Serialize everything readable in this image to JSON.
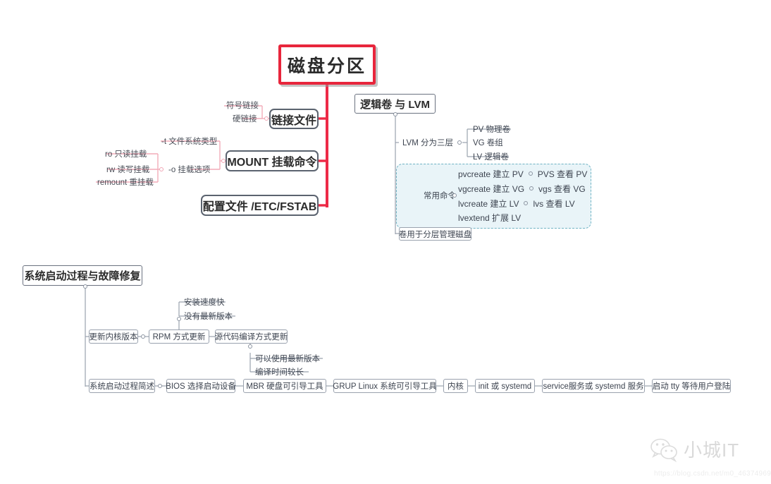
{
  "diagram": {
    "title": "磁盘分区",
    "type": "mindmap"
  },
  "root": {
    "label": "磁盘分区",
    "border_color": "#e8263c"
  },
  "branches": [
    {
      "label": "链接文件",
      "children": [
        {
          "label": "符号链接"
        },
        {
          "label": "硬链接"
        }
      ]
    },
    {
      "label": "MOUNT 挂载命令",
      "children": [
        {
          "label": "-t  文件系统类型"
        },
        {
          "label": "-o  挂载选项",
          "children": [
            {
              "label": "ro  只读挂载"
            },
            {
              "label": "rw  读写挂载"
            },
            {
              "label": "remount 重挂载"
            }
          ]
        }
      ]
    },
    {
      "label": "配置文件  /ETC/FSTAB",
      "children": []
    }
  ],
  "lvm": {
    "title": "逻辑卷 与 LVM",
    "layers_label": "LVM  分为三层",
    "layers": [
      {
        "label": "PV  物理卷"
      },
      {
        "label": "VG  卷组"
      },
      {
        "label": "LV  逻辑卷"
      }
    ],
    "commands_label": "常用命令",
    "commands": [
      {
        "create": "pvcreate  建立 PV",
        "view": "PVS 查看  PV"
      },
      {
        "create": "vgcreate  建立 VG",
        "view": "vgs  查看  VG"
      },
      {
        "create": "lvcreate   建立 LV",
        "view": "lvs  查看  LV"
      },
      {
        "create": "lvextend  扩展 LV",
        "view": ""
      }
    ],
    "note": "卷用于分层管理磁盘",
    "zone_fill": "#e9f4f8",
    "zone_border": "#6fb3c4"
  },
  "boot": {
    "title": "系统启动过程与故障修复",
    "kernel_update": {
      "label": "更新内核版本",
      "methods": [
        {
          "label": "RPM  方式更新",
          "notes": [
            "安装速度快",
            "没有最新版本"
          ]
        },
        {
          "label": "源代码编译方式更新",
          "notes": [
            "可以使用最新版本",
            "编译时间较长"
          ]
        }
      ]
    },
    "boot_process": {
      "label": "系统启动过程简述",
      "steps": [
        {
          "label": "BIOS  选择启动设备"
        },
        {
          "label": "MBR  硬盘可引导工具"
        },
        {
          "label": "GRUP  Linux  系统可引导工具"
        },
        {
          "label": "内核"
        },
        {
          "label": "init 或 systemd"
        },
        {
          "label": "service服务或 systemd 服务"
        },
        {
          "label": "启动 tty 等待用户登陆"
        }
      ]
    }
  },
  "watermark": {
    "brand": "小城IT",
    "url": "https://blog.csdn.net/m0_46374969",
    "icon": "wechat-icon"
  }
}
